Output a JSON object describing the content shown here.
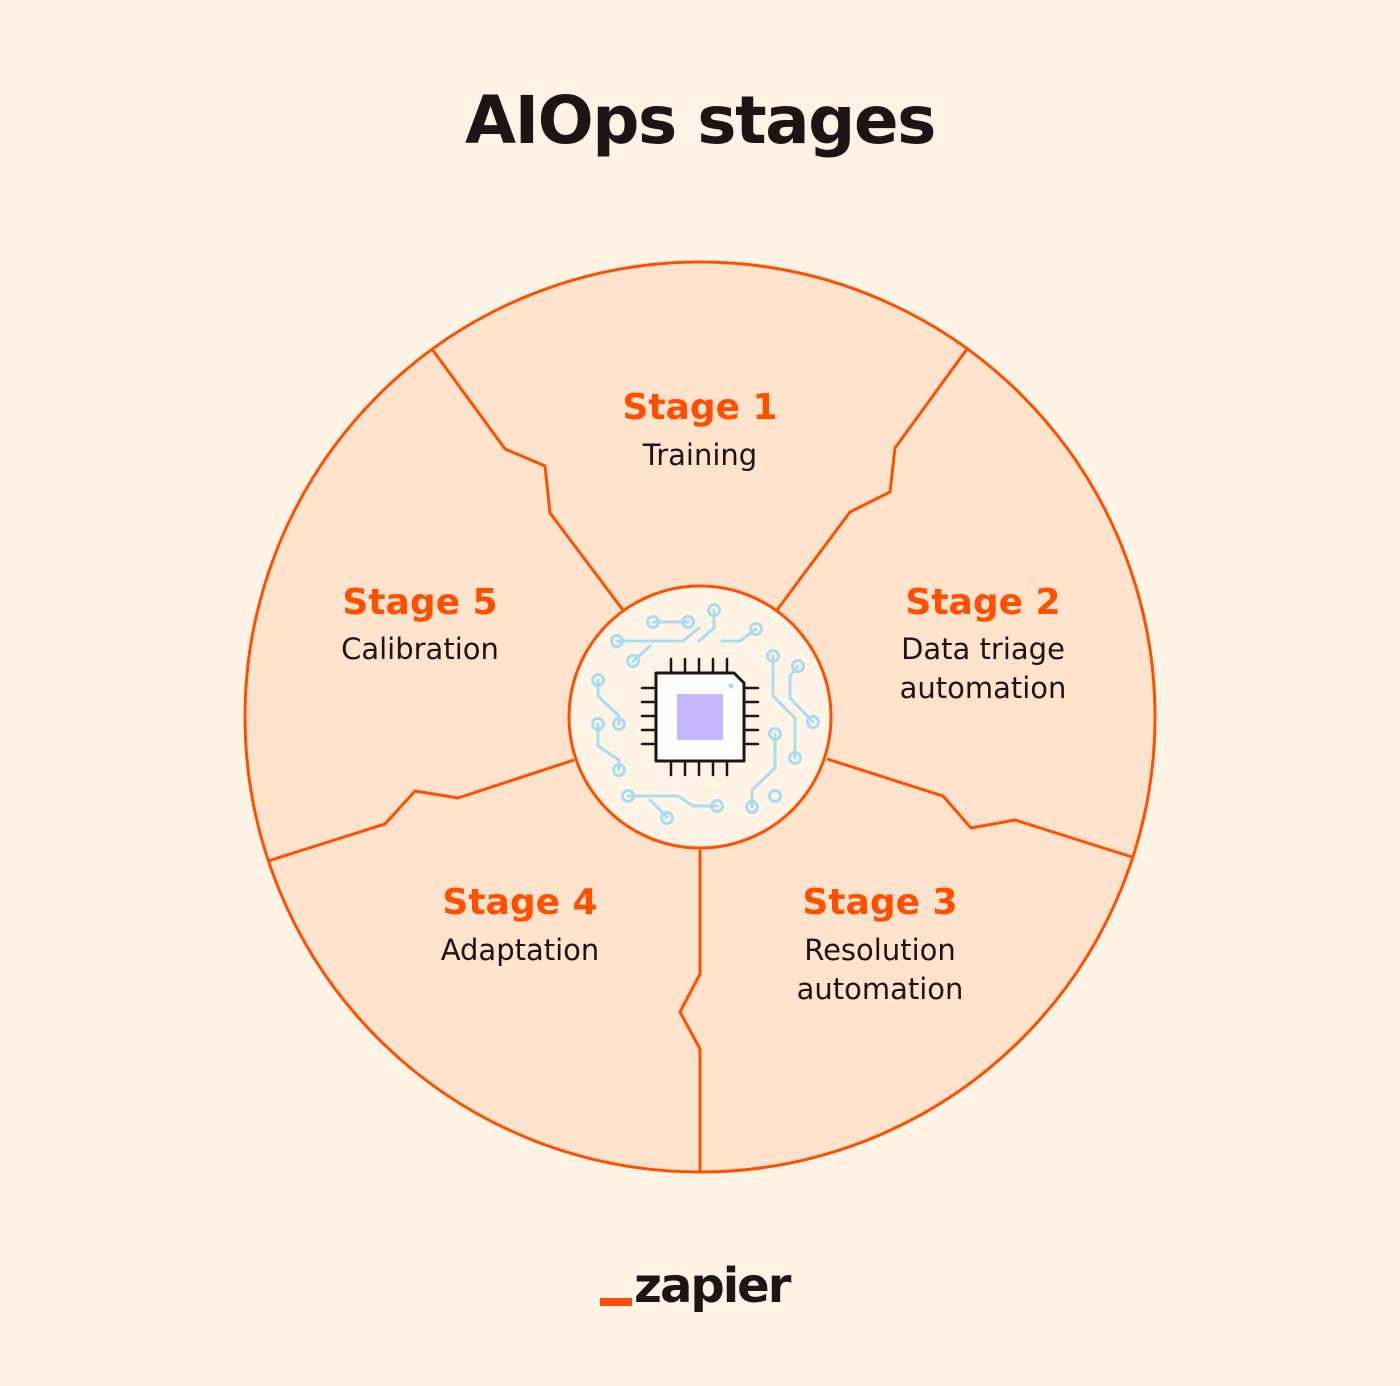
{
  "title": "AIOps stages",
  "colors": {
    "background": "#fff3e6",
    "segment_fill": "#ffe3cd",
    "accent": "#ff4f00",
    "text": "#201515",
    "circuit": "#a8dcee",
    "chip_core": "#c5b8fd"
  },
  "center": {
    "icon": "circuit-chip-icon"
  },
  "stages": [
    {
      "title": "Stage 1",
      "lines": [
        "Training"
      ]
    },
    {
      "title": "Stage 2",
      "lines": [
        "Data triage",
        "automation"
      ]
    },
    {
      "title": "Stage 3",
      "lines": [
        "Resolution",
        "automation"
      ]
    },
    {
      "title": "Stage 4",
      "lines": [
        "Adaptation"
      ]
    },
    {
      "title": "Stage 5",
      "lines": [
        "Calibration"
      ]
    }
  ],
  "logo": {
    "text": "zapier"
  }
}
